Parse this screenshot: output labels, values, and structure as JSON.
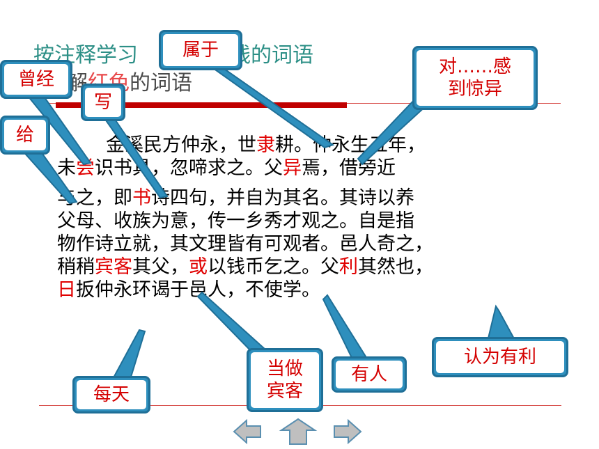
{
  "heading": {
    "line1_pre": "按注释学习",
    "line1_post": "线的词语",
    "line2_pre": "解",
    "line2_red": "红色",
    "line2_post": "的词语"
  },
  "passage": {
    "lines": [
      [
        {
          "t": "金溪民方仲永，世"
        },
        {
          "t": "隶",
          "r": true
        },
        {
          "t": "耕。仲永生五年，"
        }
      ],
      [
        {
          "t": "未"
        },
        {
          "t": "尝",
          "r": true
        },
        {
          "t": "识书具，忽啼求之。父"
        },
        {
          "t": "异",
          "r": true
        },
        {
          "t": "焉，借旁近"
        }
      ],
      [
        {
          "t": "与之，即"
        },
        {
          "t": "书",
          "r": true
        },
        {
          "t": "诗四句，并自为其名。其诗以养"
        }
      ],
      [
        {
          "t": "父母、收族为意，传一乡秀才观之。自是指"
        }
      ],
      [
        {
          "t": "物作诗立就，其文理皆有可观者。邑人奇之，"
        }
      ],
      [
        {
          "t": "稍稍"
        },
        {
          "t": "宾客",
          "r": true
        },
        {
          "t": "其父，"
        },
        {
          "t": "或",
          "r": true
        },
        {
          "t": "以钱币乞之。父"
        },
        {
          "t": "利",
          "r": true
        },
        {
          "t": "其然也，"
        }
      ],
      [
        {
          "t": "日",
          "r": true
        },
        {
          "t": "扳仲永环谒于邑人，不使学。"
        }
      ]
    ]
  },
  "callouts": {
    "shu_yu": "属于",
    "ceng_jing": "曾经",
    "xie": "写",
    "gei": "给",
    "dui_gan_dao_jing_yi_1": "对……感",
    "dui_gan_dao_jing_yi_2": "到惊异",
    "ren_wei_you_li": "认为有利",
    "you_ren": "有人",
    "dang_zuo_bin_ke_1": "当做",
    "dang_zuo_bin_ke_2": "宾客",
    "mei_tian": "每天"
  },
  "colors": {
    "callout_fill": "#2e8fbd",
    "callout_text": "#d40000",
    "highlight": "#e00000",
    "heading": "#2c8f86"
  },
  "nav": {
    "icons": [
      "arrow-left-icon",
      "arrow-up-icon",
      "arrow-right-icon"
    ]
  }
}
